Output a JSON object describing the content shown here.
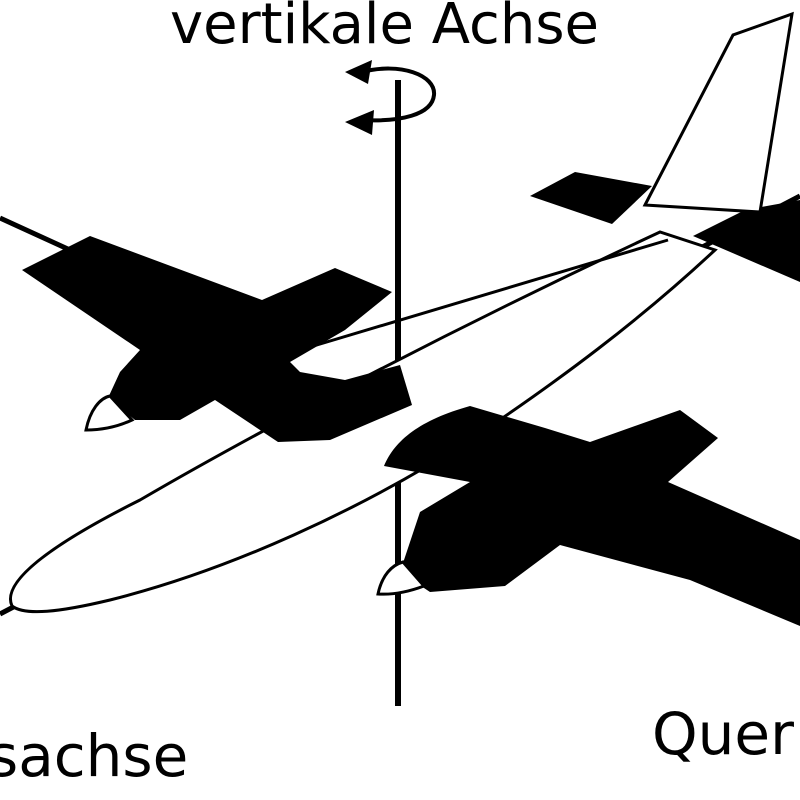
{
  "labels": {
    "vertical_axis": "vertikale Achse",
    "longitudinal_axis": "sachse",
    "lateral_axis": "Quer"
  },
  "colors": {
    "ink": "#000000",
    "background": "#ffffff"
  },
  "icons": {
    "rotation": "rotation-arrow-icon"
  }
}
